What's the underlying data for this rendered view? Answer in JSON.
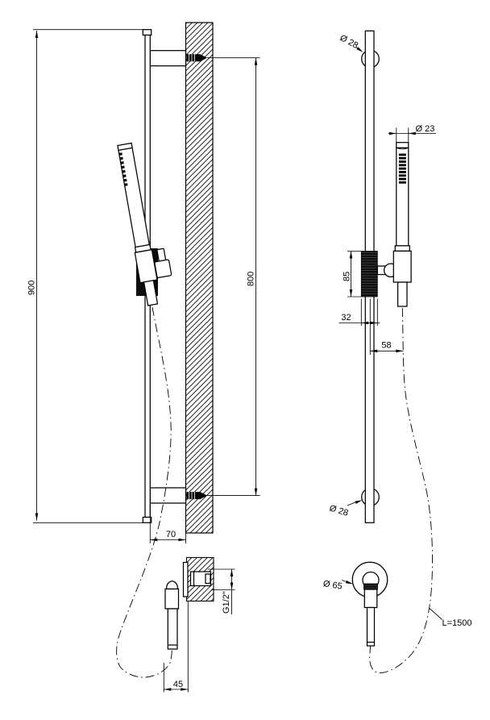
{
  "drawing": {
    "background": "#ffffff",
    "line_color": "#000000",
    "description": "Technical dimension drawing of a shower sliding rail set with hand shower, wall brackets, water outlet elbow and flexible hose",
    "views": {
      "side_view": {
        "dimensions": {
          "overall_height": "900",
          "bracket_spacing": "800",
          "rail_wall_offset": "70",
          "outlet_projection": "45",
          "outlet_thread": "G1/2\""
        }
      },
      "front_view": {
        "dimensions": {
          "rail_diameter_top": "Ø 28",
          "rail_diameter_bottom": "Ø 28",
          "handshower_diameter": "Ø 23",
          "slider_height": "85",
          "slider_width": "32",
          "handshower_offset": "58",
          "escutcheon_diameter": "Ø 65",
          "hose_length": "L=1500"
        }
      }
    }
  }
}
